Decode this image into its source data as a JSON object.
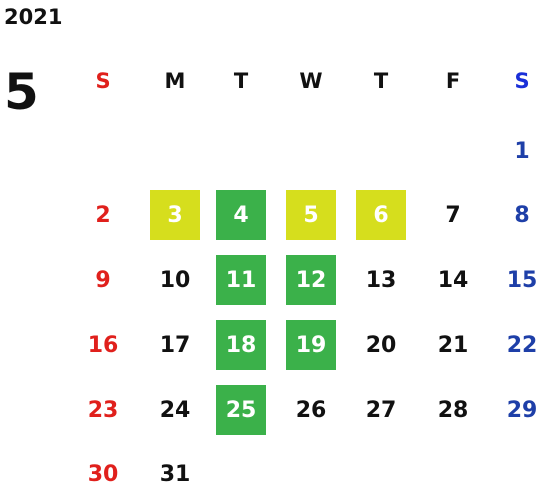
{
  "calendar": {
    "year": "2021",
    "month": "5",
    "weekdays": [
      "S",
      "M",
      "T",
      "W",
      "T",
      "F",
      "S"
    ],
    "weeks": [
      [
        "",
        "",
        "",
        "",
        "",
        "",
        "1"
      ],
      [
        "2",
        "3",
        "4",
        "5",
        "6",
        "7",
        "8"
      ],
      [
        "9",
        "10",
        "11",
        "12",
        "13",
        "14",
        "15"
      ],
      [
        "16",
        "17",
        "18",
        "19",
        "20",
        "21",
        "22"
      ],
      [
        "23",
        "24",
        "25",
        "26",
        "27",
        "28",
        "29"
      ],
      [
        "30",
        "31",
        "",
        "",
        "",
        "",
        ""
      ]
    ],
    "highlights": {
      "yellow": [
        "3",
        "5",
        "6"
      ],
      "green": [
        "4",
        "11",
        "12",
        "18",
        "19",
        "25"
      ]
    },
    "colors": {
      "sunday": "#e0201c",
      "saturday": "#1e3fa8",
      "yellow_highlight": "#d6de1d",
      "green_highlight": "#3bb14a"
    }
  }
}
